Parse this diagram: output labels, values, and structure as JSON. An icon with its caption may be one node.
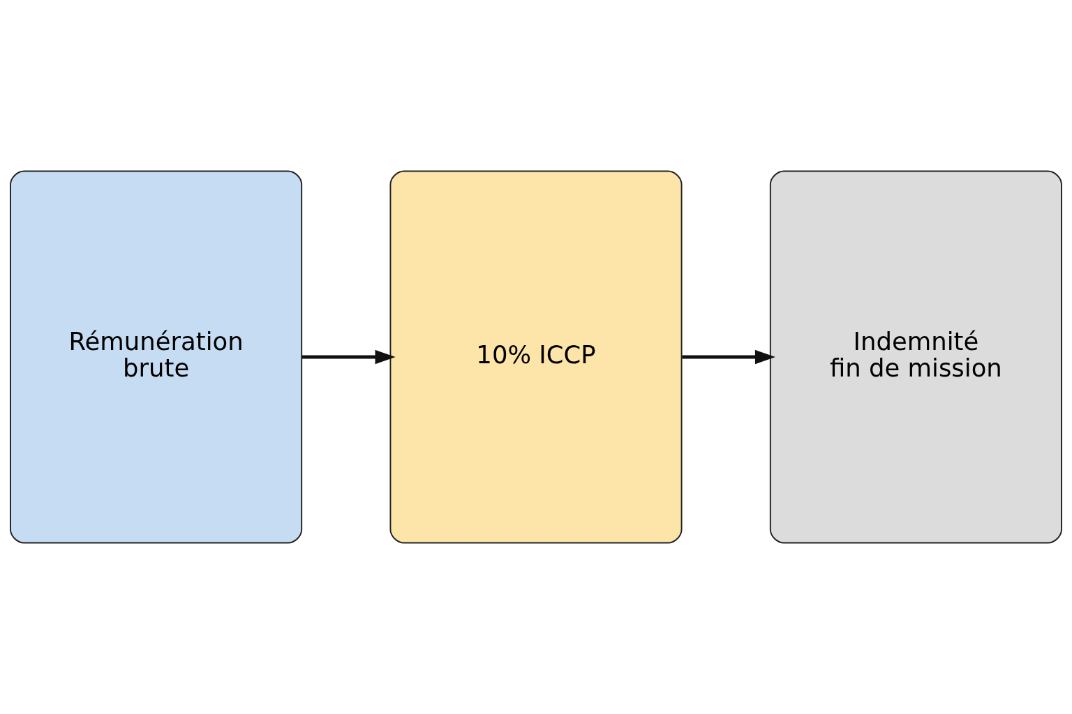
{
  "diagram": {
    "nodes": [
      {
        "text": [
          "Rémunération brute"
        ]
      },
      {
        "text": [
          "10% ICCP"
        ]
      },
      {
        "text": [
          "Indemnité fin de mission"
        ]
      }
    ],
    "edges": [
      {
        "from": 0,
        "to": 1,
        "arrow": "to"
      },
      {
        "from": 1,
        "to": 2,
        "arrow": "to"
      }
    ]
  }
}
